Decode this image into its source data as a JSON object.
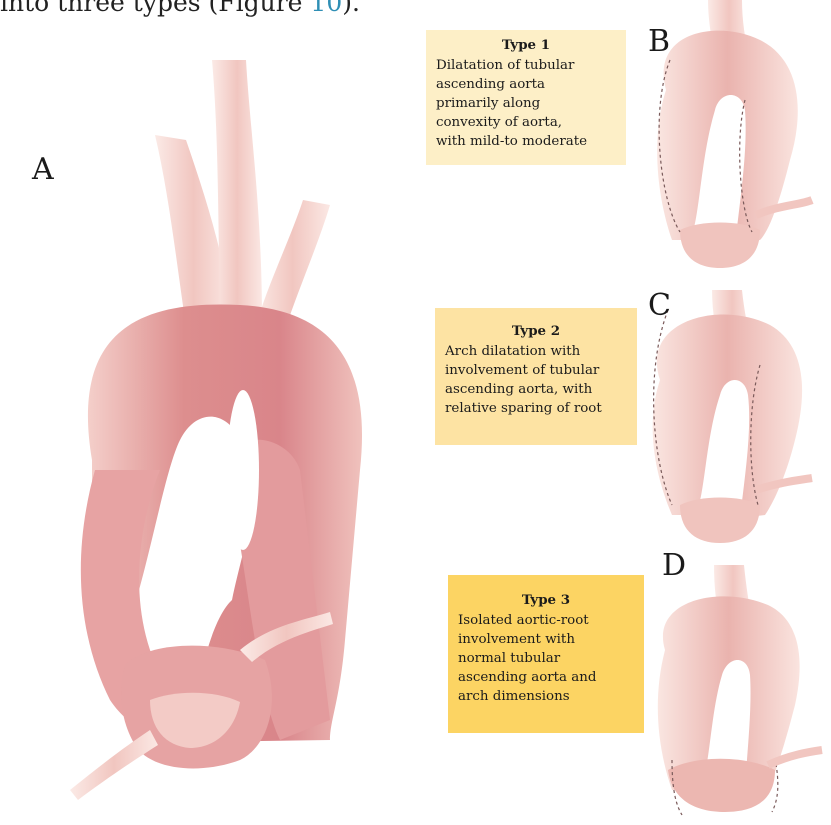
{
  "intro": {
    "text": "into three types (Figure ",
    "figure_ref": "10",
    "suffix": ")."
  },
  "panels": {
    "A": "A",
    "B": "B",
    "C": "C",
    "D": "D"
  },
  "types": [
    {
      "title": "Type 1",
      "lines": [
        "Dilatation of tubular",
        "ascending aorta",
        "primarily along",
        "convexity of aorta,",
        "with mild-to moderate"
      ]
    },
    {
      "title": "Type 2",
      "lines": [
        "Arch dilatation with",
        "involvement of tubular",
        "ascending aorta, with",
        "relative sparing of root"
      ]
    },
    {
      "title": "Type 3",
      "lines": [
        "Isolated aortic-root",
        "involvement with",
        "normal tubular",
        "ascending aorta and",
        "arch dimensions"
      ]
    }
  ],
  "colors": {
    "aorta_dark": "#d98c8c",
    "aorta_light": "#f6d3cd",
    "box1": "#fdefc7",
    "box2": "#fde3a3",
    "box3": "#fcd463",
    "ref_link": "#2f8fb5"
  }
}
